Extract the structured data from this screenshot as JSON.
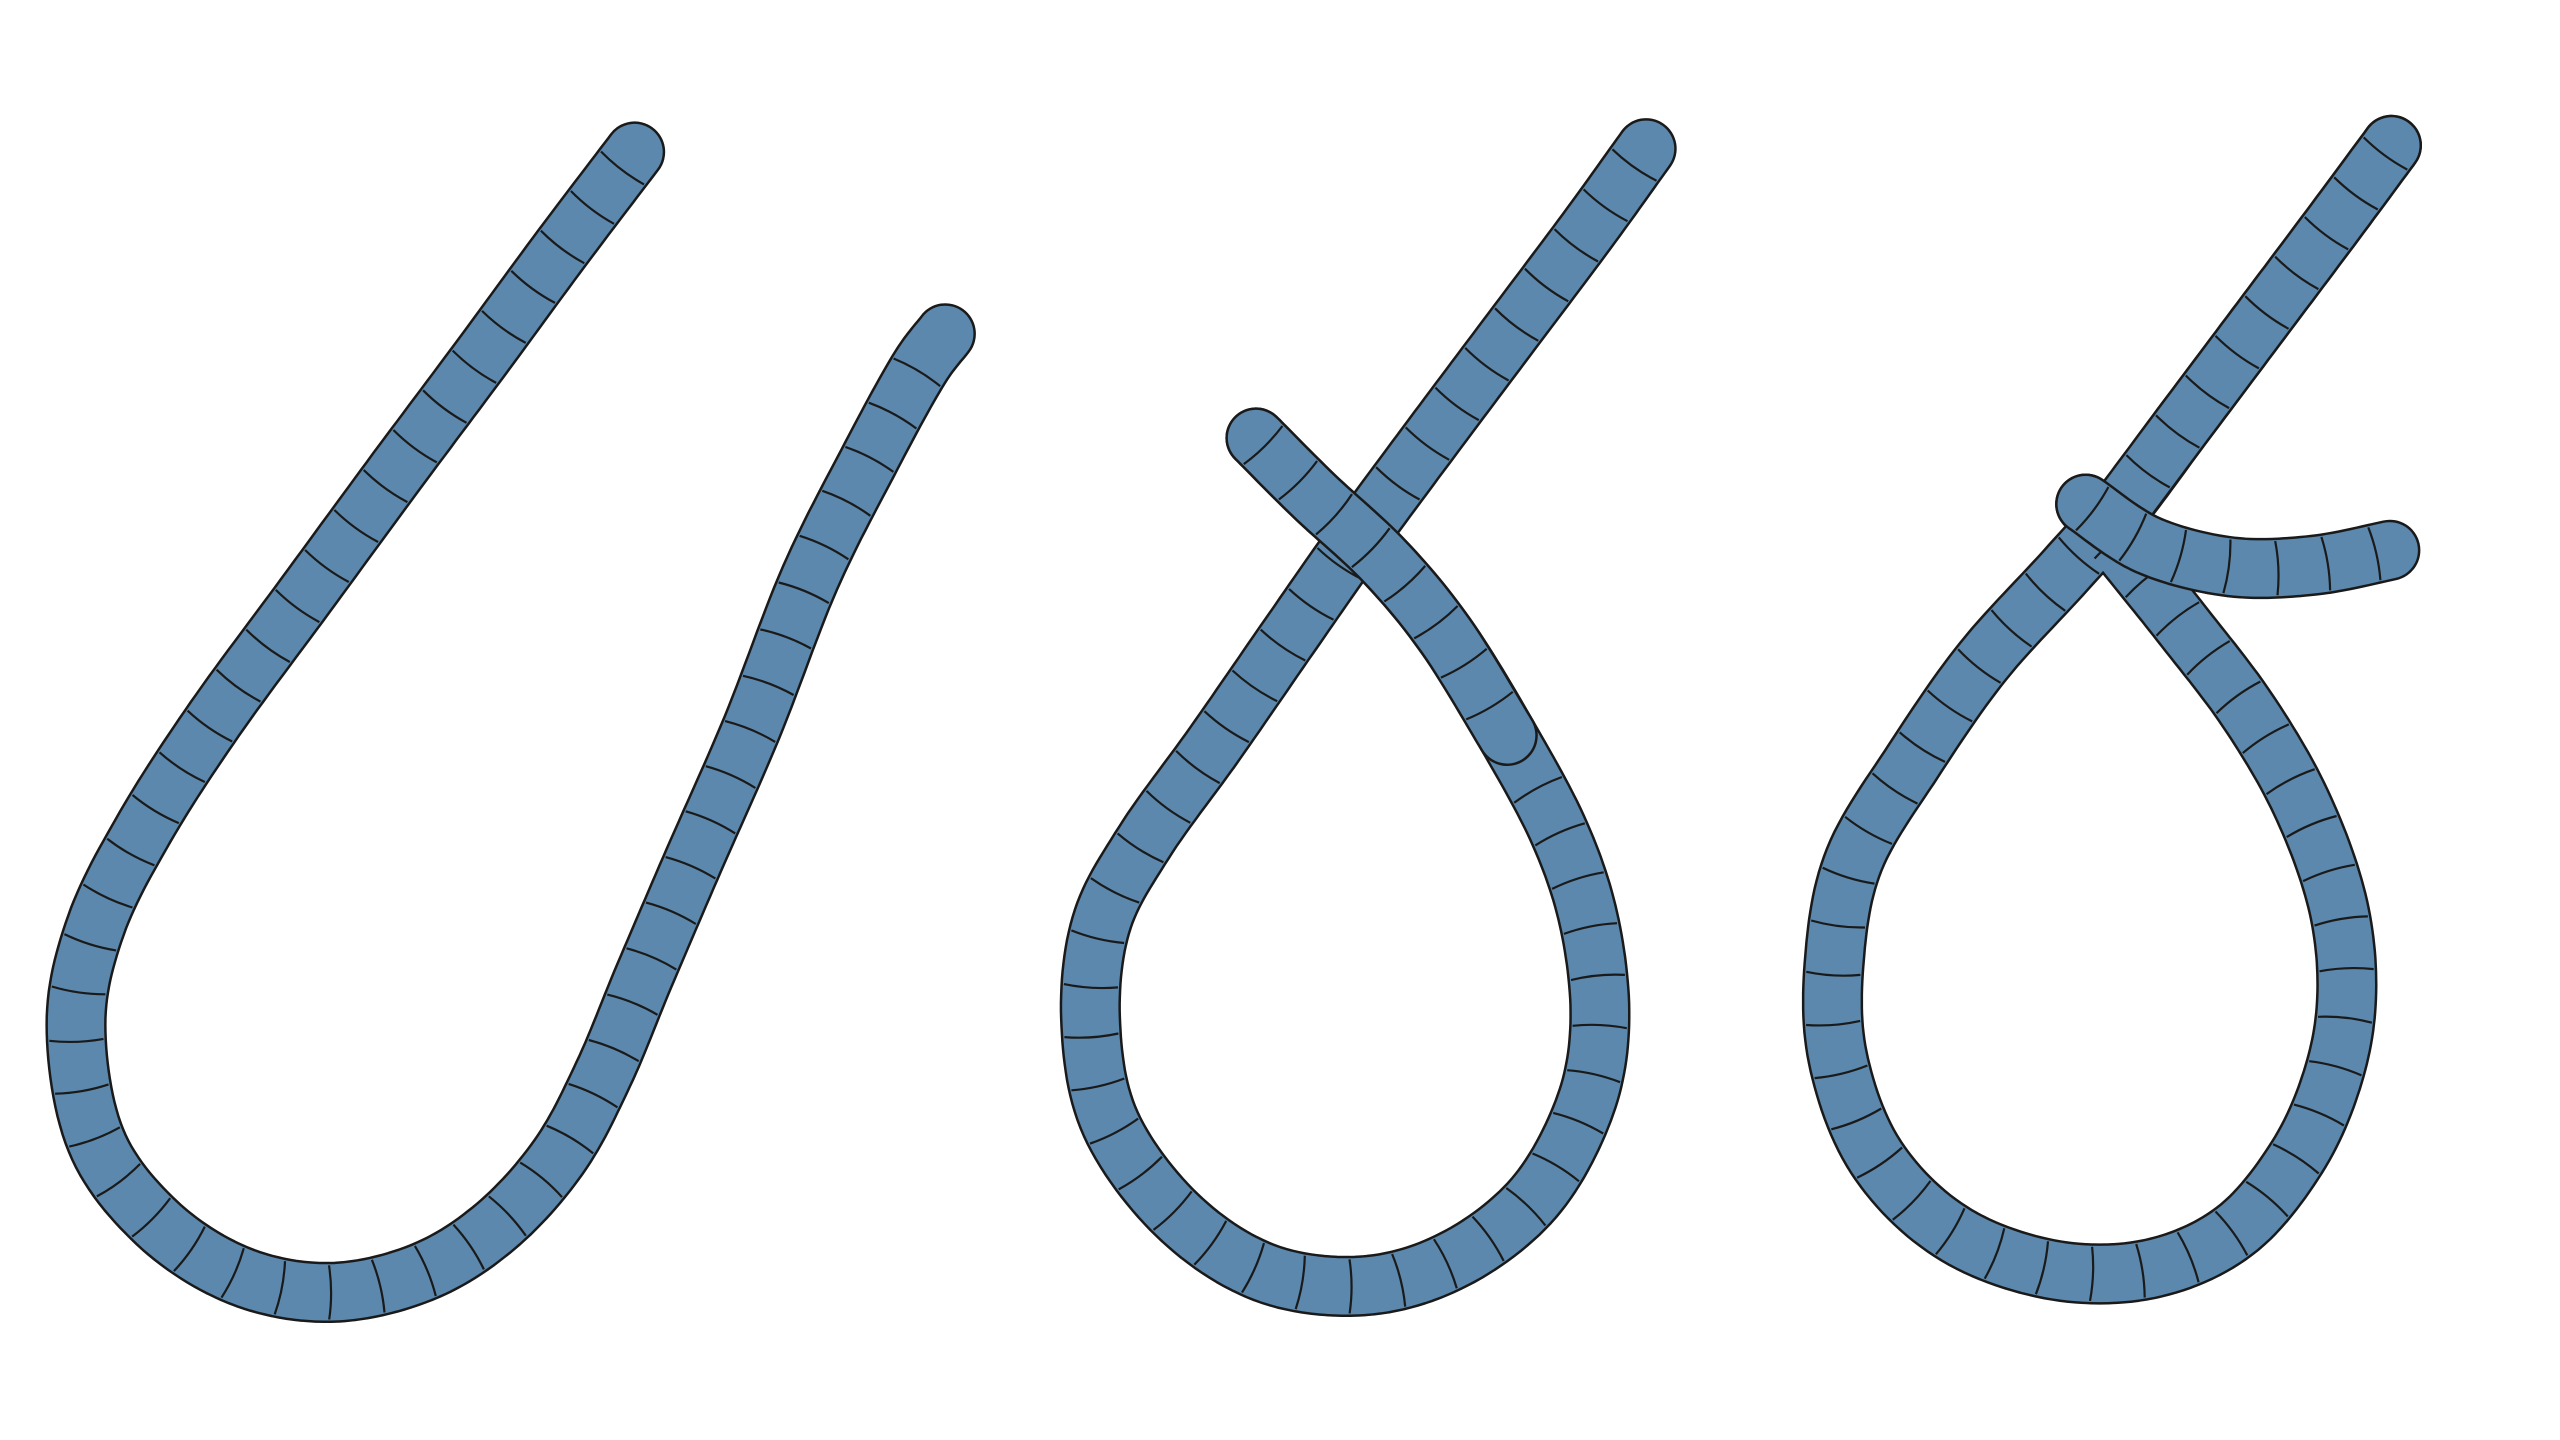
{
  "diagram": {
    "rope_color": "#5b88ac",
    "outline_color": "#1a1a1a",
    "background_color": "#ffffff",
    "steps": [
      {
        "id": "step-1",
        "shape": "u-shaped-bight"
      },
      {
        "id": "step-2",
        "shape": "crossed-loop"
      },
      {
        "id": "step-3",
        "shape": "crossed-loop-tucked-end"
      }
    ]
  }
}
